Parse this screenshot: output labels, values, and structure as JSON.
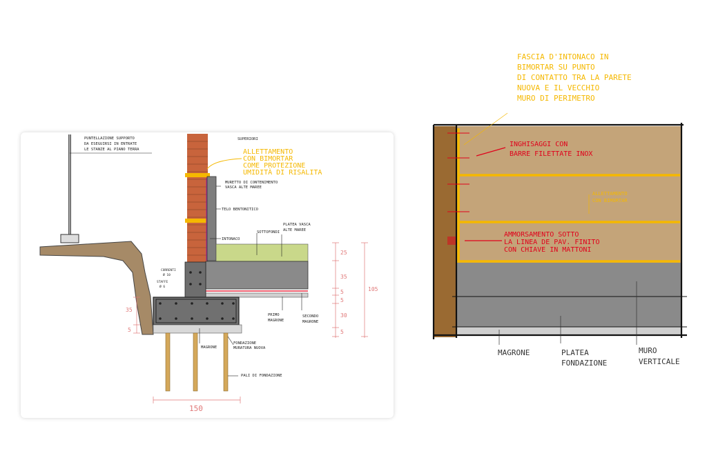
{
  "left": {
    "notes": {
      "puntellazione": [
        "PUNTELLAZIONE SUPPORTO",
        "DA ESEGUIRSI IN ENTRATE",
        "LE STANZE AL PIANO TERRA"
      ],
      "superiori": [
        "SUPERIORI"
      ],
      "allettamento": [
        "ALLETTAMENTO",
        "CON BIMORTAR",
        "COME PROTEZIONE",
        "UMIDITÀ DI RISALITA"
      ],
      "muretto": [
        "MURETTO DI CONTENIMENTO",
        "VASCA ALTE MAREE"
      ],
      "telo": "TELO BENTONITICO",
      "intonaco": "INTONACO",
      "sottofondi": "SOTTOFONDI",
      "platea": [
        "PLATEA VASCA",
        "ALTE MAREE"
      ],
      "correnti": [
        "CORRENTI",
        "Ø 10"
      ],
      "staffe": [
        "STAFFE",
        "Ø 6"
      ],
      "primo_magrone": [
        "PRIMO",
        "MAGRONE"
      ],
      "secondo_magrone": [
        "SECONDO",
        "MAGRONE"
      ],
      "magrone": "MAGRONE",
      "fondazione": [
        "FONDAZIONE",
        "MURATURA NUOVA"
      ],
      "pali": "PALI DI FONDAZIONE"
    },
    "dims": {
      "d25": "25",
      "d35a": "35",
      "d5a": "5",
      "d5b": "5",
      "d30": "30",
      "d5c": "5",
      "d105": "105",
      "left35": "35",
      "left5": "5",
      "bottom150": "150"
    }
  },
  "right": {
    "fascia": [
      "FASCIA D'INTONACO IN",
      "BIMORTAR SU PUNTO",
      "DI CONTATTO TRA LA PARETE",
      "NUOVA E IL VECCHIO",
      "MURO DI PERIMETRO"
    ],
    "inghisaggi": [
      "INGHISAGGI CON",
      "BARRE FILETTATE INOX"
    ],
    "allettamento": [
      "ALLETTAMENTO",
      "CON BIMORTAR"
    ],
    "ammorsamento": [
      "AMMORSAMENTO SOTTO",
      "LA LINEA DE PAV. FINITO",
      "CON CHIAVE IN MATTONI"
    ],
    "magrone": "MAGRONE",
    "platea": [
      "PLATEA",
      "FONDAZIONE"
    ],
    "muro": [
      "MURO",
      "VERTICALE"
    ]
  },
  "colors": {
    "orange": "#f5b800",
    "red": "#e0001b",
    "brick": "#c8643c",
    "concrete": "#8a8a8a",
    "wall_tan": "#c4a479",
    "earth": "#8a6a45",
    "green": "#c9d88a"
  }
}
